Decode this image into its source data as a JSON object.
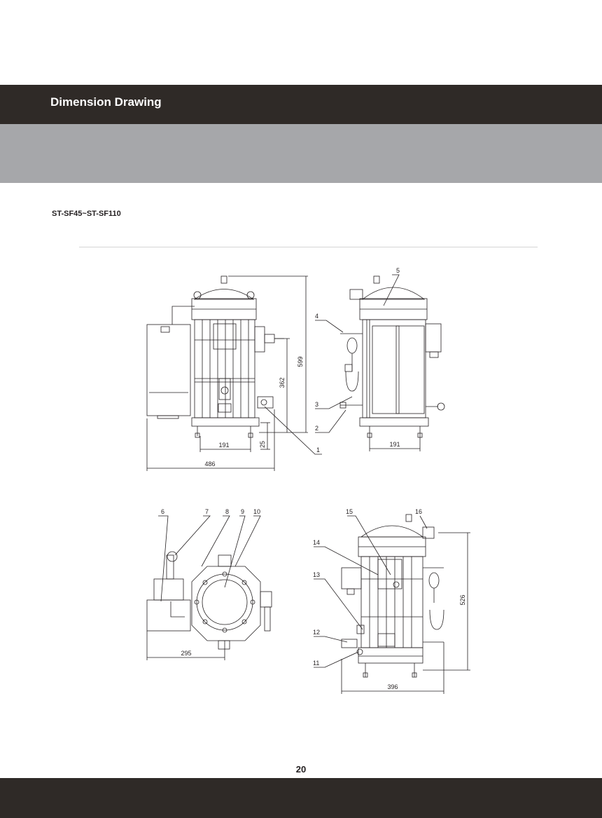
{
  "header": {
    "title": "Dimension Drawing"
  },
  "model_range": "ST-SF45~ST-SF110",
  "page_number": "20",
  "dimensions": {
    "front": {
      "height": "599",
      "mid_height": "362",
      "foot": "25",
      "foot_spacing": "191",
      "width": "486"
    },
    "side": {
      "foot_spacing": "191"
    },
    "top": {
      "width": "295"
    },
    "rear": {
      "height": "526",
      "width": "396"
    }
  },
  "callouts": {
    "c1": "1",
    "c2": "2",
    "c3": "3",
    "c4": "4",
    "c5": "5",
    "c6": "6",
    "c7": "7",
    "c8": "8",
    "c9": "9",
    "c10": "10",
    "c11": "11",
    "c12": "12",
    "c13": "13",
    "c14": "14",
    "c15": "15",
    "c16": "16"
  },
  "colors": {
    "header": "#2f2a27",
    "subbar": "#a6a7aa",
    "line": "#231f20"
  }
}
